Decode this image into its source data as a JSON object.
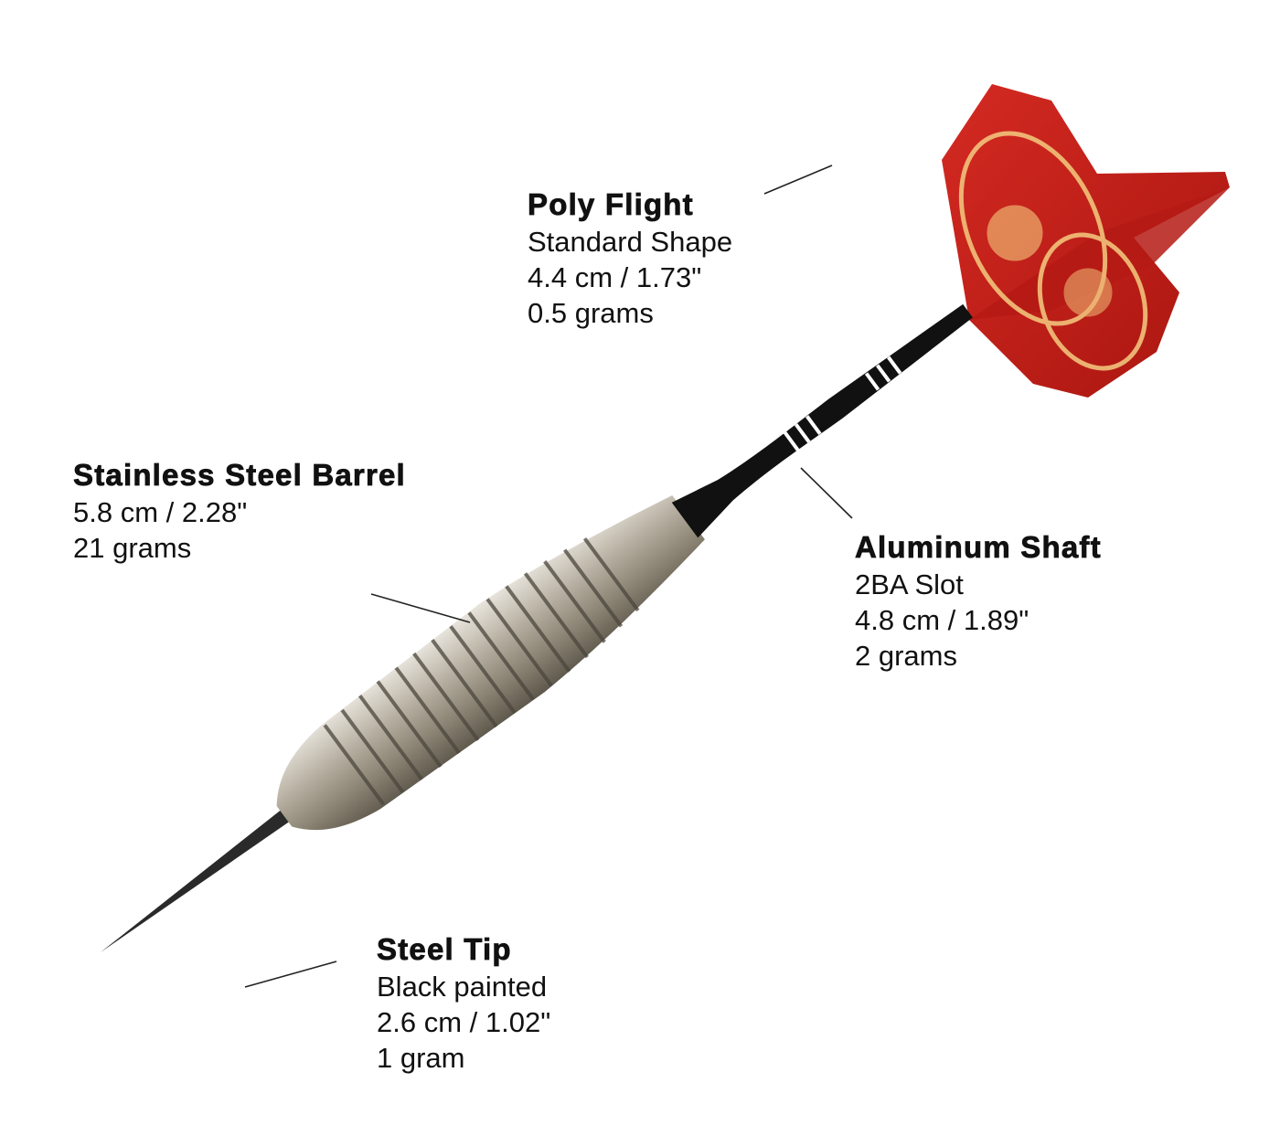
{
  "labels": {
    "flight": {
      "title": "Poly Flight",
      "lines": [
        "Standard Shape",
        "4.4 cm / 1.73\"",
        "0.5 grams"
      ]
    },
    "barrel": {
      "title": "Stainless Steel Barrel",
      "lines": [
        "5.8 cm / 2.28\"",
        "21 grams"
      ]
    },
    "shaft": {
      "title": "Aluminum Shaft",
      "lines": [
        "2BA Slot",
        "4.8 cm / 1.89\"",
        "2 grams"
      ]
    },
    "tip": {
      "title": "Steel Tip",
      "lines": [
        "Black painted",
        "2.6 cm / 1.02\"",
        "1 gram"
      ]
    }
  },
  "colors": {
    "flight": "#c8201e",
    "flight_art": "#f2c27a",
    "shaft": "#111111",
    "barrel": "#b8b2a6",
    "tip": "#2a2a2a"
  }
}
